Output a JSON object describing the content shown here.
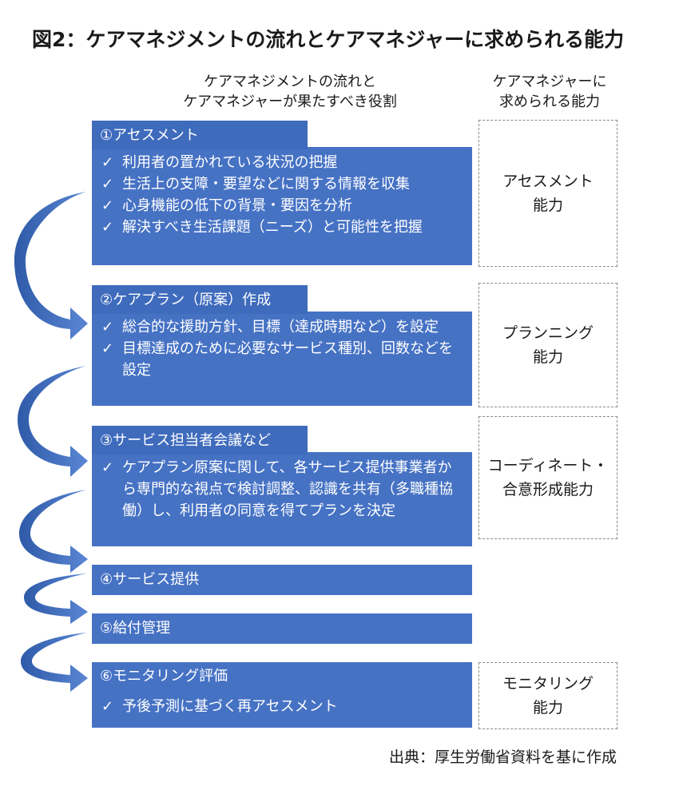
{
  "title": "図2：ケアマネジメントの流れとケアマネジャーに求められる能力",
  "column_headers": {
    "left": [
      "ケアマネジメントの流れと",
      "ケアマネジャーが果たすべき役割"
    ],
    "right": [
      "ケアマネジャーに",
      "求められる能力"
    ]
  },
  "steps": [
    {
      "heading": "①アセスメント",
      "items": [
        "利用者の置かれている状況の把握",
        "生活上の支障・要望などに関する情報を収集",
        "心身機能の低下の背景・要因を分析",
        "解決すべき生活課題（ニーズ）と可能性を把握"
      ]
    },
    {
      "heading": "②ケアプラン（原案）作成",
      "items": [
        "総合的な援助方針、目標（達成時期など）を設定",
        "目標達成のために必要なサービス種別、回数などを設定"
      ]
    },
    {
      "heading": "③サービス担当者会議など",
      "items": [
        "ケアプラン原案に関して、各サービス提供事業者から専門的な視点で検討調整、認識を共有（多職種協働）し、利用者の同意を得てプランを決定"
      ]
    },
    {
      "heading": "④サービス提供",
      "items": []
    },
    {
      "heading": "⑤給付管理",
      "items": []
    },
    {
      "heading": "⑥モニタリング評価",
      "items": [
        "予後予測に基づく再アセスメント"
      ]
    }
  ],
  "check_mark": "✓",
  "capabilities": [
    {
      "line1": "アセスメント",
      "line2": "能力"
    },
    {
      "line1": "プランニング",
      "line2": "能力"
    },
    {
      "line1": "コーディネート・",
      "line2": "合意形成能力"
    },
    {
      "line1": "モニタリング",
      "line2": "能力"
    }
  ],
  "source": "出典：厚生労働省資料を基に作成",
  "colors": {
    "box": "#4672c4",
    "arrow": "#3d68b8",
    "text": "#1a1a1a"
  }
}
